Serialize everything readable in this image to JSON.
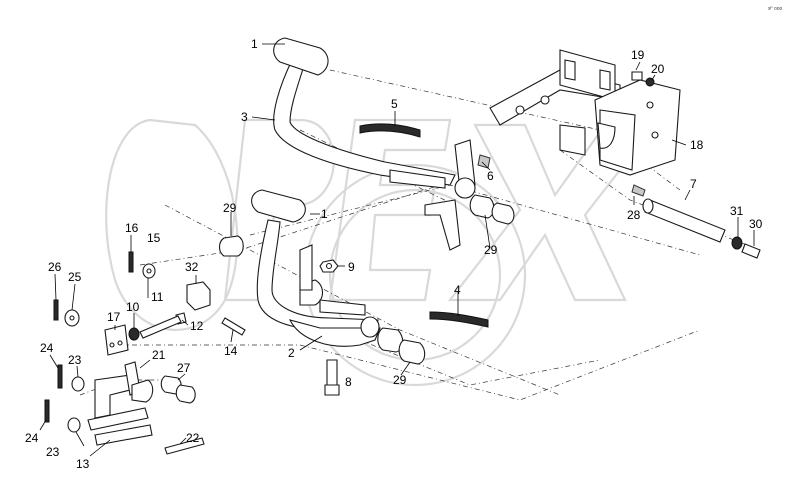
{
  "diagram": {
    "corner_mark": "sᴾ ooo",
    "watermark": "OPEX",
    "labels": [
      {
        "id": "1",
        "text": "1"
      },
      {
        "id": "1b",
        "text": "1"
      },
      {
        "id": "2",
        "text": "2"
      },
      {
        "id": "3",
        "text": "3"
      },
      {
        "id": "4",
        "text": "4"
      },
      {
        "id": "5",
        "text": "5"
      },
      {
        "id": "6",
        "text": "6"
      },
      {
        "id": "7",
        "text": "7"
      },
      {
        "id": "8",
        "text": "8"
      },
      {
        "id": "9",
        "text": "9"
      },
      {
        "id": "10",
        "text": "10"
      },
      {
        "id": "11",
        "text": "11"
      },
      {
        "id": "12",
        "text": "12"
      },
      {
        "id": "13",
        "text": "13"
      },
      {
        "id": "14",
        "text": "14"
      },
      {
        "id": "15",
        "text": "15"
      },
      {
        "id": "16",
        "text": "16"
      },
      {
        "id": "17",
        "text": "17"
      },
      {
        "id": "18",
        "text": "18"
      },
      {
        "id": "19",
        "text": "19"
      },
      {
        "id": "20",
        "text": "20"
      },
      {
        "id": "21",
        "text": "21"
      },
      {
        "id": "22",
        "text": "22"
      },
      {
        "id": "23a",
        "text": "23"
      },
      {
        "id": "23b",
        "text": "23"
      },
      {
        "id": "24a",
        "text": "24"
      },
      {
        "id": "24b",
        "text": "24"
      },
      {
        "id": "25",
        "text": "25"
      },
      {
        "id": "26",
        "text": "26"
      },
      {
        "id": "27",
        "text": "27"
      },
      {
        "id": "28",
        "text": "28"
      },
      {
        "id": "29a",
        "text": "29"
      },
      {
        "id": "29b",
        "text": "29"
      },
      {
        "id": "29c",
        "text": "29"
      },
      {
        "id": "30",
        "text": "30"
      },
      {
        "id": "31",
        "text": "31"
      },
      {
        "id": "32",
        "text": "32"
      }
    ]
  }
}
